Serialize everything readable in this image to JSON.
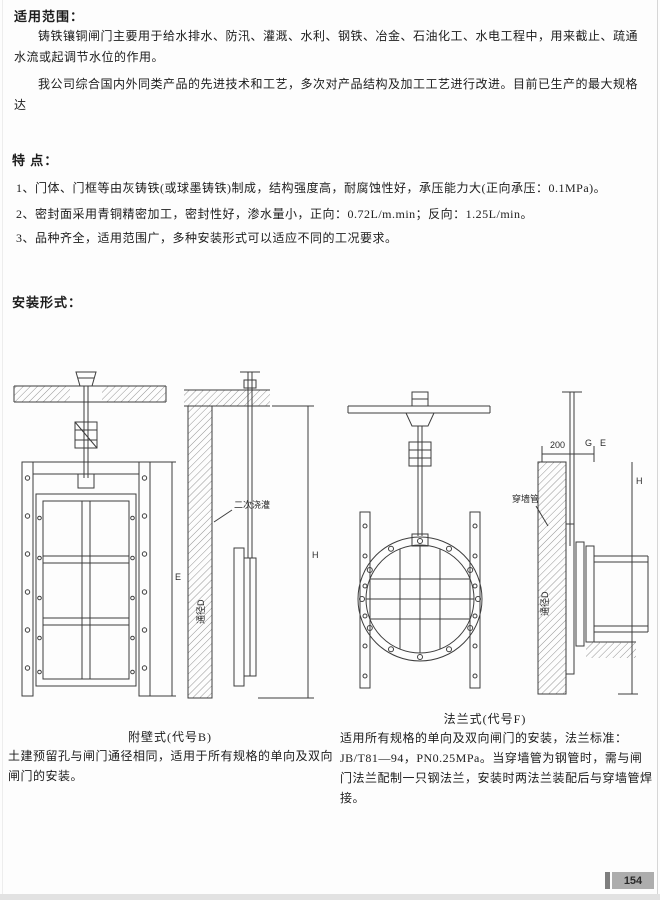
{
  "scope": {
    "heading": "适用范围：",
    "para1": "铸铁镶铜闸门主要用于给水排水、防汛、灌溉、水利、钢铁、冶金、石油化工、水电工程中，用来截止、疏通水流或起调节水位的作用。",
    "para2": "我公司综合国内外同类产品的先进技术和工艺，多次对产品结构及加工工艺进行改进。目前已生产的最大规格达"
  },
  "features": {
    "heading": "特  点：",
    "item1": "1、门体、门框等由灰铸铁(或球墨铸铁)制成，结构强度高，耐腐蚀性好，承压能力大(正向承压：0.1MPa)。",
    "item2": "2、密封面采用青铜精密加工，密封性好，渗水量小，正向：0.72L/m.min；反向：1.25L/min。",
    "item3": "3、品种齐全，适用范围广，多种安装形式可以适应不同的工况要求。"
  },
  "install": {
    "heading": "安装形式：",
    "left_caption": "附壁式(代号B)",
    "left_desc": "土建预留孔与闸门通径相同，适用于所有规格的单向及双向闸门的安装。",
    "ann_pour": "二次浇灌",
    "ann_dia_left": "通径D",
    "dim_e_left": "E",
    "dim_h_left": "H",
    "right_caption": "法兰式(代号F)",
    "right_desc": "适用所有规格的单向及双向闸门的安装，法兰标准：JB/T81—94，PN0.25MPa。当穿墙管为钢管时，需与闸门法兰配制一只钢法兰，安装时两法兰装配后与穿墙管焊接。",
    "ann_pipe": "穿墙管",
    "ann_dia_right": "通径D",
    "dim_200": "200",
    "dim_g": "G",
    "dim_e_right": "E",
    "dim_h_right": "H"
  },
  "page": {
    "number": "154"
  }
}
